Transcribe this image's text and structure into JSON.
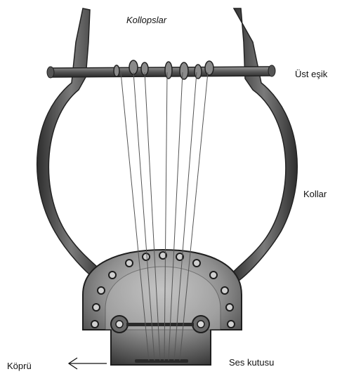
{
  "diagram": {
    "labels": {
      "top": "Kollopslar",
      "crossbar": "Üst eşik",
      "arms": "Kollar",
      "soundbox": "Ses kutusu",
      "bridge": "Köprü"
    },
    "string_count": 7
  }
}
